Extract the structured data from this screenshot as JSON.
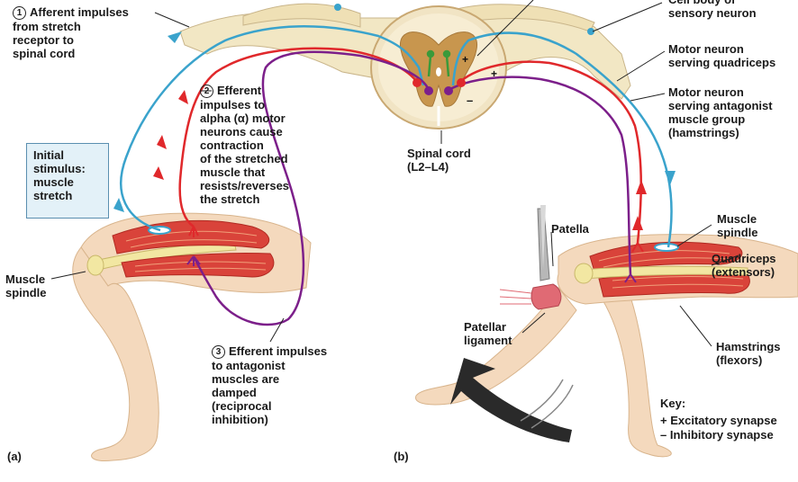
{
  "colors": {
    "afferent": "#3aa3cc",
    "efferent_alpha": "#e0282b",
    "efferent_antagonist": "#7c1f8a",
    "skin": "#f4d9bd",
    "muscle": "#d9433a",
    "bone": "#f2e7a2",
    "spinal_white": "#f1e4c4",
    "spinal_gray": "#c8964e",
    "stimulus_box": "#e3f1f8"
  },
  "labels": {
    "step1_num": "1",
    "step1": "Afferent impulses\nfrom stretch\nreceptor to\nspinal cord",
    "step2_num": "2",
    "step2": "Efferent\nimpulses to\nalpha (α) motor\nneurons cause\ncontraction\nof the stretched\nmuscle that\nresists/reverses\nthe stretch",
    "step3_num": "3",
    "step3": "Efferent impulses\nto antagonist\nmuscles are\ndamped\n(reciprocal\ninhibition)",
    "initial_stimulus": "Initial\nstimulus:\nmuscle\nstretch",
    "muscle_spindle_a": "Muscle\nspindle",
    "spinal_cord": "Spinal cord\n(L2–L4)",
    "cell_body": "Cell body of\nsensory neuron",
    "motor_quadriceps": "Motor neuron\nserving quadriceps",
    "motor_antagonist": "Motor neuron\nserving antagonist\nmuscle group\n(hamstrings)",
    "muscle_spindle_b": "Muscle\nspindle",
    "quadriceps": "Quadriceps\n(extensors)",
    "hamstrings": "Hamstrings\n(flexors)",
    "patella": "Patella",
    "patellar_ligament": "Patellar\nligament",
    "panel_a": "(a)",
    "panel_b": "(b)",
    "key_title": "Key:",
    "key_excitatory": "+  Excitatory synapse",
    "key_inhibitory": "–  Inhibitory synapse",
    "plus_sign": "+",
    "minus_sign": "–"
  }
}
